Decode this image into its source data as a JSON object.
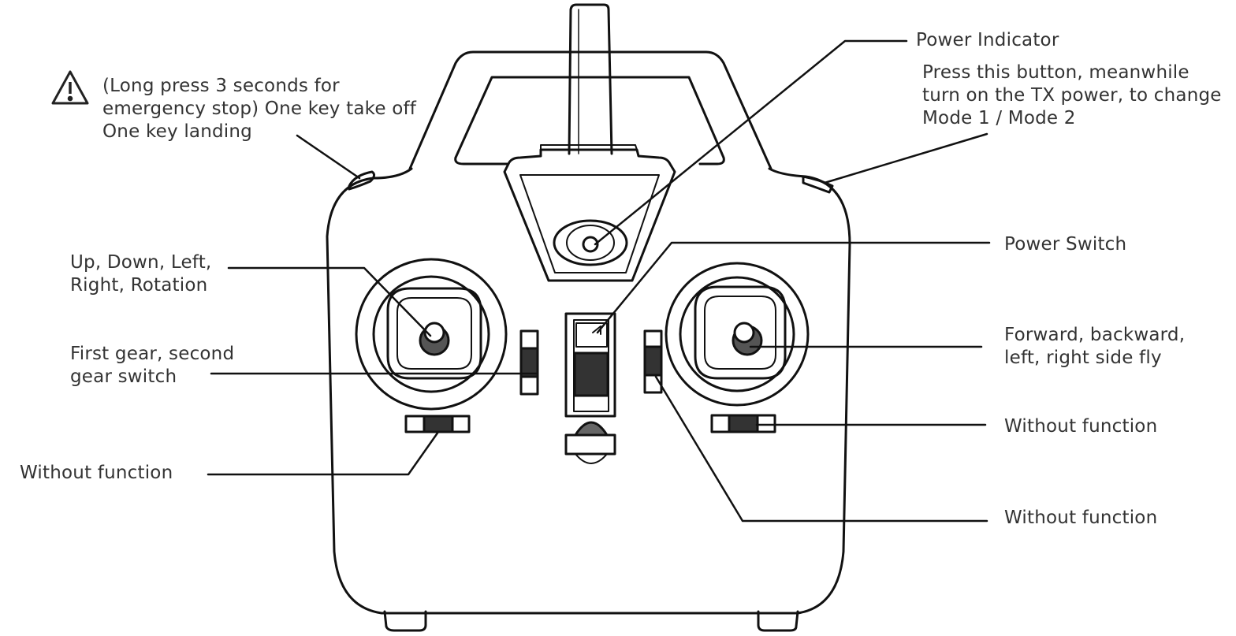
{
  "labels": {
    "warning_note": "(Long press 3 seconds for\nemergency stop) One key take off\nOne key landing",
    "power_indicator": "Power Indicator",
    "mode_switch": "Press this button, meanwhile\nturn on the TX power, to change\nMode 1 / Mode 2",
    "left_stick": "Up, Down, Left,\nRight, Rotation",
    "power_switch": "Power Switch",
    "right_stick": "Forward, backward,\nleft, right side fly",
    "gear_switch": "First gear, second\ngear switch",
    "left_trim": "Without function",
    "right_trim": "Without function",
    "right_bottom_trim": "Without function"
  },
  "icons": {
    "warning": "warning-triangle-icon",
    "controller": "remote-controller-icon"
  },
  "colors": {
    "line": "#111111",
    "text": "#333333",
    "background": "#ffffff"
  }
}
